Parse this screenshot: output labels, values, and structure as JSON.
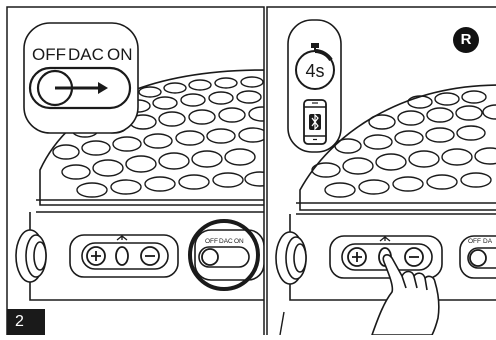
{
  "step_number": "2",
  "badge_letter": "R",
  "switch_callout": {
    "labels": [
      "OFF",
      "DAC",
      "ON"
    ]
  },
  "device_switch_labels": [
    "OFF",
    "DAC",
    "ON"
  ],
  "device_switch_labels_right": [
    "OFF",
    "DA"
  ],
  "timer": {
    "text": "4s"
  },
  "icons": [
    "timer-icon",
    "phone-bluetooth-icon",
    "bluetooth-icon",
    "arrow-right-icon",
    "hand-press-icon"
  ],
  "colors": {
    "line": "#1a1a1a",
    "background": "#ffffff",
    "badge": "#111111"
  }
}
